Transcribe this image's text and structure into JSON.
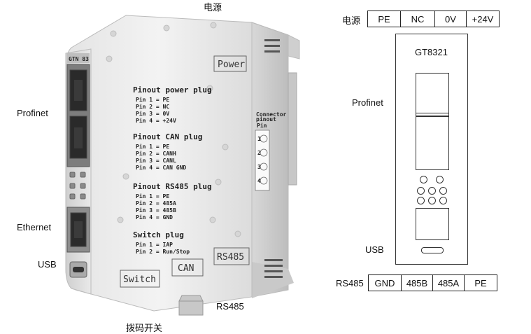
{
  "labels": {
    "top_power": "电源",
    "profinet": "Profinet",
    "ethernet": "Ethernet",
    "usb": "USB",
    "rs485": "RS485",
    "dip_switch": "拨码开关"
  },
  "device": {
    "brand_tag": "GTN 83",
    "power_box": "Power",
    "switch_box": "Switch",
    "can_box": "CAN",
    "rs485_box": "RS485",
    "connector_label_1": "Connector",
    "connector_label_2": "pinout",
    "connector_pin": "Pin",
    "connector_numbers": [
      "1",
      "2",
      "3",
      "4"
    ],
    "sections": [
      {
        "title": "Pinout power plug",
        "lines": [
          "Pin 1 = PE",
          "Pin 2 = NC",
          "Pin 3 = 0V",
          "Pin 4 = +24V"
        ]
      },
      {
        "title": "Pinout CAN plug",
        "lines": [
          "Pin 1 = PE",
          "Pin 2 = CANH",
          "Pin 3 = CANL",
          "Pin 4 = CAN GND"
        ]
      },
      {
        "title": "Pinout RS485 plug",
        "lines": [
          "Pin 1 = PE",
          "Pin 2 = 485A",
          "Pin 3 = 485B",
          "Pin 4 = GND"
        ]
      },
      {
        "title": "Switch plug",
        "lines": [
          "Pin 1 = IAP",
          "Pin 2 = Run/Stop"
        ]
      }
    ]
  },
  "schematic": {
    "power_label": "电源",
    "power_pins": [
      "PE",
      "NC",
      "0V",
      "+24V"
    ],
    "model": "GT8321",
    "profinet": "Profinet",
    "usb": "USB",
    "rs485_label": "RS485",
    "rs485_pins": [
      "GND",
      "485B",
      "485A",
      "PE"
    ]
  }
}
